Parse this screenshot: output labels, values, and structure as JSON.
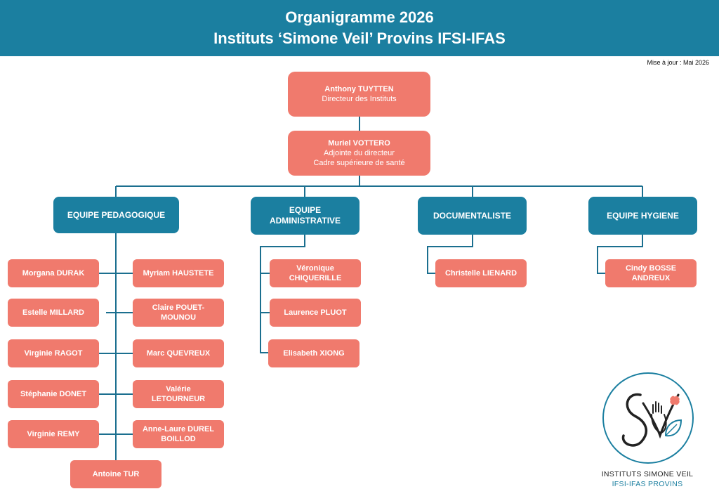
{
  "header": {
    "title_line1": "Organigramme 2026",
    "title_line2": "Instituts ‘Simone Veil’ Provins IFSI-IFAS"
  },
  "update_note": "Mise à jour : Mai 2026",
  "director": {
    "name": "Anthony TUYTTEN",
    "role": "Directeur des Instituts"
  },
  "deputy": {
    "name": "Muriel VOTTERO",
    "role1": "Adjointe du directeur",
    "role2": "Cadre supérieure de santé"
  },
  "teams": {
    "pedagogique": {
      "label": "EQUIPE PEDAGOGIQUE",
      "left": [
        "Morgana DURAK",
        "Estelle MILLARD",
        "Virginie RAGOT",
        "Stéphanie DONET",
        "Virginie REMY"
      ],
      "right": [
        "Myriam HAUSTETE",
        "Claire POUET-MOUNOU",
        "Marc QUEVREUX",
        "Valérie LETOURNEUR",
        "Anne-Laure DUREL BOILLOD"
      ],
      "bottom": "Antoine TUR"
    },
    "administrative": {
      "label": "EQUIPE ADMINISTRATIVE",
      "members": [
        "Véronique CHIQUERILLE",
        "Laurence PLUOT",
        "Elisabeth XIONG"
      ]
    },
    "documentaliste": {
      "label": "DOCUMENTALISTE",
      "members": [
        "Christelle LIENARD"
      ]
    },
    "hygiene": {
      "label": "EQUIPE HYGIENE",
      "members": [
        "Cindy BOSSE ANDREUX"
      ]
    }
  },
  "logo": {
    "line1": "INSTITUTS SIMONE VEIL",
    "line2": "IFSI-IFAS PROVINS"
  },
  "colors": {
    "header": "#1b7fa0",
    "person_box": "#f07a6d",
    "team_box": "#1b7fa0",
    "connector": "#1b6f8f"
  }
}
